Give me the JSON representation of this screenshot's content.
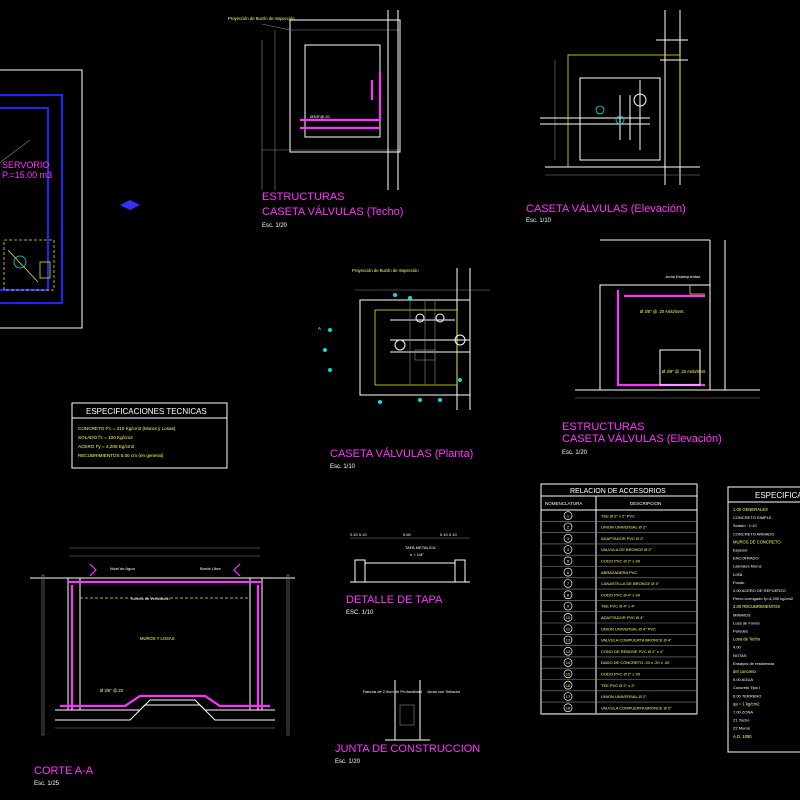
{
  "reservoir": {
    "title_line1": "SERVORIO",
    "title_line2": "P.=15.00 m3"
  },
  "roof_detail": {
    "callout": "Proyección de Buzón de Inspección",
    "title_line1": "ESTRUCTURAS",
    "title_line2": "CASETA VÁLVULAS (Techo)",
    "scale": "Esc. 1/20"
  },
  "elevation_detail": {
    "title": "CASETA VÁLVULAS (Elevación)",
    "scale": "Esc. 1/10"
  },
  "plan_detail": {
    "callout": "Proyección de Buzón de Inspección",
    "title": "CASETA VÁLVULAS (Planta)",
    "scale": "Esc. 1/10"
  },
  "struct_elevation": {
    "callout_top": "Junta Estanqueidad",
    "rebar_top": "Ø 3/8\" @ .20 Amb/Sent.",
    "rebar_bottom": "Ø 3/8\" @ .20 Amb/Sent.",
    "title_line1": "ESTRUCTURAS",
    "title_line2": "CASETA VÁLVULAS (Elevación)",
    "scale": "Esc. 1/20"
  },
  "specs": {
    "title": "ESPECIFICACIONES TECNICAS",
    "rows": [
      "CONCRETO F'c = 210 Kg/cm2  (Muros y Losas)",
      "SOLADO    f'c = 100 Kg/cm2",
      "ACERO     Fy = 4,200 Kg/cm2",
      "RECUBRIMIENTOS 5.00 cm (en general)"
    ]
  },
  "tapa": {
    "title": "DETALLE DE TAPA",
    "scale": "ESC. 1/10",
    "label": "TAPA METALICA",
    "dim_left": "0.10 0.10",
    "dim_mid": "0.60",
    "dim_right": "0.10 0.10",
    "thickness": "e = 1/8\""
  },
  "corte": {
    "title": "CORTE A-A",
    "scale": "Esc. 1/25",
    "notes": [
      "Nivel de Agua",
      "Borde Libre",
      "Tubería de Ventilación",
      "MUROS Y LOSAS",
      "Ø 3/8\" @.20"
    ]
  },
  "junta": {
    "title": "JUNTA DE CONSTRUCCION",
    "scale": "Esc. 1/20",
    "note_left": "Ranura de 2.5cm de Profundidad",
    "note_right": "Junta con Sellador"
  },
  "accesorios": {
    "title": "RELACION DE ACCESORIOS",
    "col1": "NOMENCLATURA",
    "col2": "DESCRIPCION",
    "rows": [
      {
        "n": "1",
        "d": "TEE Ø 2\" x 2\" PVC"
      },
      {
        "n": "2",
        "d": "UNION UNIVERSAL Ø 2\""
      },
      {
        "n": "3",
        "d": "ADAPTADOR PVC Ø 2\""
      },
      {
        "n": "4",
        "d": "VALVULA DE BRONCE Ø 2\""
      },
      {
        "n": "5",
        "d": "CODO PVC Ø 2\" x 90"
      },
      {
        "n": "6",
        "d": "ABRAZADERA PVC"
      },
      {
        "n": "7",
        "d": "CANASTILLA DE BRONCE Ø 4\""
      },
      {
        "n": "8",
        "d": "CODO PVC Ø 4\" x 90"
      },
      {
        "n": "9",
        "d": "TEE PVC Ø 4\" x 4\""
      },
      {
        "n": "10",
        "d": "ADAPTADOR PVC Ø 4\""
      },
      {
        "n": "11",
        "d": "UNION UNIVERSAL Ø 4\" PVC"
      },
      {
        "n": "12",
        "d": "VALVULA COMPUERTA BRONCE Ø 4\""
      },
      {
        "n": "13",
        "d": "CONO DE REBOSE PVC Ø 2\" x 4\""
      },
      {
        "n": "14",
        "d": "DADO DE CONCRETO .20 x .20 x .20"
      },
      {
        "n": "15",
        "d": "CODO PVC Ø 2\" x 90"
      },
      {
        "n": "16",
        "d": "TEE PVC Ø 2\" x 2\""
      },
      {
        "n": "17",
        "d": "UNION UNIVERSAL Ø 2\""
      },
      {
        "n": "18",
        "d": "VALVULA COMPUERTA BRONCE Ø 2\""
      }
    ]
  },
  "specs_right": {
    "title": "ESPECIFICA",
    "lines": [
      "1.00 GENERALES",
      "CONCRETO SIMPLE",
      "Solado  : 1:10",
      "CONCRETO ARMADO",
      "MUROS DE CONCRETO",
      "Espesor",
      "ENCOFRADO",
      "Laterales Muros",
      "Losa",
      "Fondo",
      "2.00 ACERO DE REFUERZO",
      "Fierro corrugado fy=4,200 kg/cm2",
      "3.00 RECUBRIMIENTOS",
      "MINIMOS",
      "Losa de Fondo",
      "Paredes",
      "Losa de Techo",
      "4.00",
      "NOTAS",
      "Ensayos de resistencia",
      "del concreto",
      "5.00 AGUA",
      "Concreto Tipo I",
      "6.00 TERRENO",
      "qa = 1 kg/cm2",
      "7.00 ZONA",
      "Z1 Techo",
      "Z2 Muros",
      "A.D. 1050"
    ]
  }
}
